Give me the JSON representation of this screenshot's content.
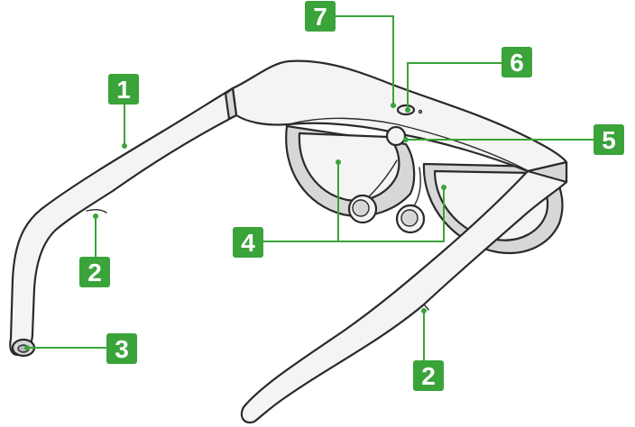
{
  "colors": {
    "accent": "#3aa33a",
    "line": "#2a2a2a"
  },
  "callouts": {
    "c1": "1",
    "c2_left": "2",
    "c2_right": "2",
    "c3": "3",
    "c4": "4",
    "c5": "5",
    "c6": "6",
    "c7": "7"
  }
}
